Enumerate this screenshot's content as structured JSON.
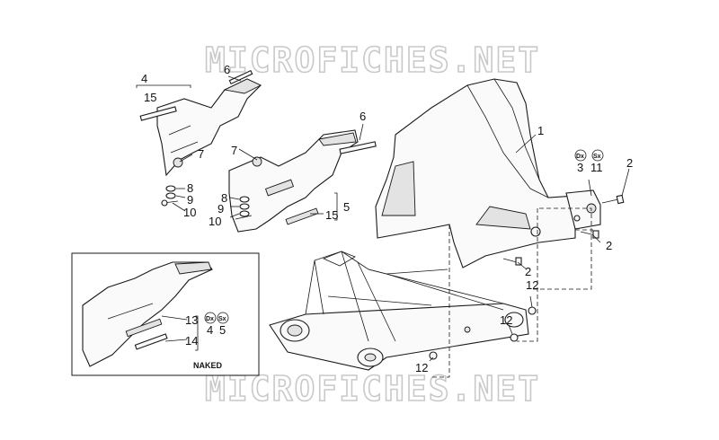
{
  "watermarks": [
    "MICROFICHES.NET",
    "MICROFICHES.NET"
  ],
  "inset_label": "NAKED",
  "side_markers": {
    "right": "Dx",
    "left": "Sx"
  },
  "callouts": {
    "c1": "1",
    "c2a": "2",
    "c2b": "2",
    "c2c": "2",
    "c3": "3",
    "c11": "11",
    "c4": "4",
    "c15": "15",
    "c6a": "6",
    "c6b": "6",
    "c7a": "7",
    "c7b": "7",
    "c8a": "8",
    "c9a": "9",
    "c10a": "10",
    "c8b": "8",
    "c9b": "9",
    "c10b": "10",
    "c15b": "15",
    "c5": "5",
    "c12a": "12",
    "c12b": "12",
    "c12c": "12",
    "c13": "13",
    "c14": "14",
    "c4b": "4",
    "c5b": "5"
  },
  "colors": {
    "line": "#1a1a1a",
    "watermark": "#c9c9c9",
    "background": "#ffffff"
  }
}
